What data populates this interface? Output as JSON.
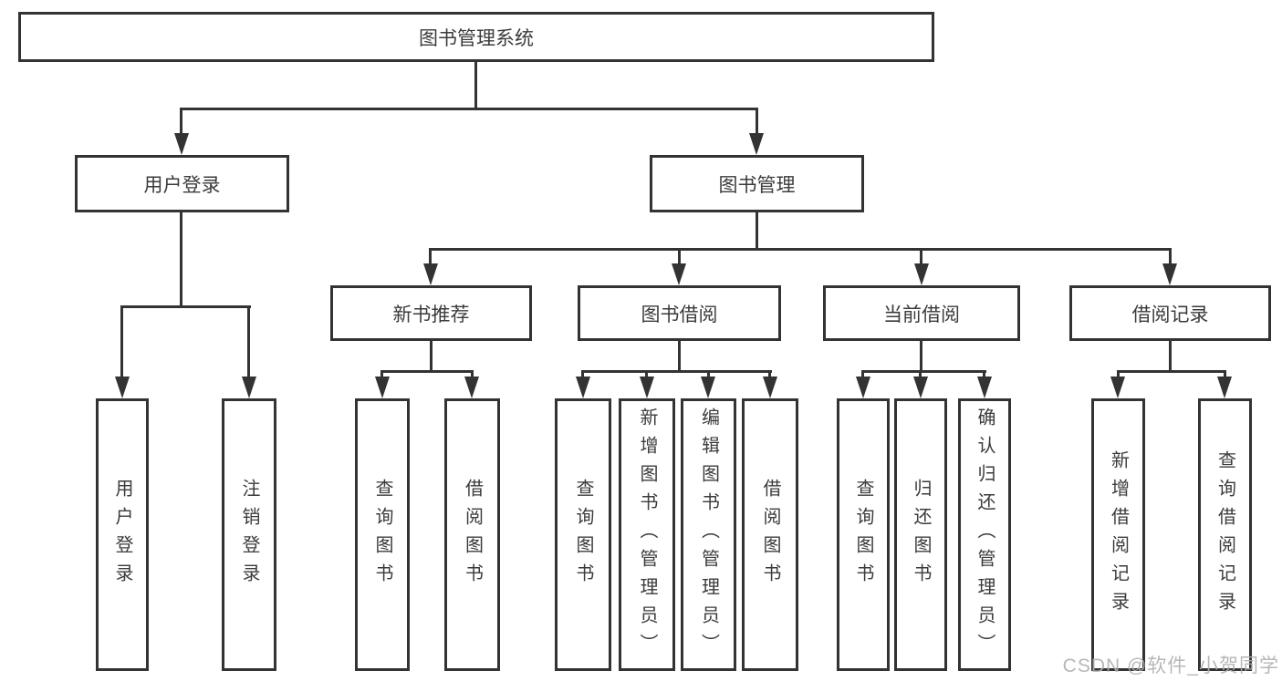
{
  "tree": {
    "root": {
      "label": "图书管理系统",
      "children": [
        {
          "label": "用户登录",
          "children": [
            {
              "label": "用户登录"
            },
            {
              "label": "注销登录"
            }
          ]
        },
        {
          "label": "图书管理",
          "children": [
            {
              "label": "新书推荐",
              "children": [
                {
                  "label": "查询图书"
                },
                {
                  "label": "借阅图书"
                }
              ]
            },
            {
              "label": "图书借阅",
              "children": [
                {
                  "label": "查询图书"
                },
                {
                  "label": "新增图书（管理员）"
                },
                {
                  "label": "编辑图书（管理员）"
                },
                {
                  "label": "借阅图书"
                }
              ]
            },
            {
              "label": "当前借阅",
              "children": [
                {
                  "label": "查询图书"
                },
                {
                  "label": "归还图书"
                },
                {
                  "label": "确认归还（管理员）"
                }
              ]
            },
            {
              "label": "借阅记录",
              "children": [
                {
                  "label": "新增借阅记录"
                },
                {
                  "label": "查询借阅记录"
                }
              ]
            }
          ]
        }
      ]
    }
  },
  "watermark": {
    "text": "CSDN @软件_小贺同学"
  },
  "colors": {
    "line": "#333333",
    "text": "#3b3b3b",
    "box_background": "#ffffff",
    "watermark": "#afafaf"
  }
}
